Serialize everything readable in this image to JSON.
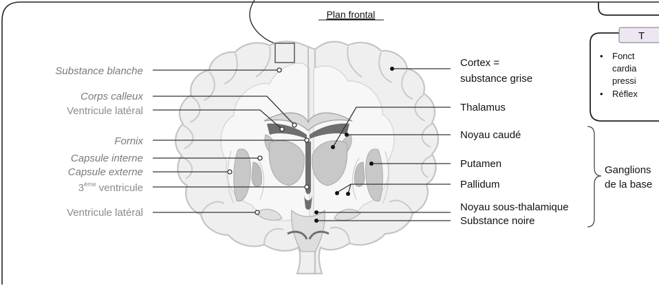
{
  "title": "Plan frontal",
  "left_labels": [
    {
      "text": "Substance blanche",
      "style": "gray-italic"
    },
    {
      "text": "Corps calleux",
      "style": "gray-italic"
    },
    {
      "text": "Ventricule latéral",
      "style": "gray"
    },
    {
      "text": "Fornix",
      "style": "gray-italic"
    },
    {
      "text": "Capsule interne",
      "style": "gray-italic"
    },
    {
      "text": "Capsule externe",
      "style": "gray-italic"
    },
    {
      "text": "3ème ventricule",
      "style": "gray"
    },
    {
      "text": "Ventricule latéral",
      "style": "gray"
    }
  ],
  "third_ventricle": {
    "superscript": "ème",
    "rest": " ventricule",
    "number": "3"
  },
  "right_labels": {
    "cortex_line1": "Cortex =",
    "cortex_line2": "substance grise",
    "thalamus": "Thalamus",
    "noyau_caude": "Noyau caudé",
    "putamen": "Putamen",
    "pallidum": "Pallidum",
    "noyau_sous_thalamique": "Noyau sous-thalamique",
    "substance_noire": "Substance noire"
  },
  "ganglions_line1": "Ganglions",
  "ganglions_line2": "de la base",
  "side_card": {
    "heading": "T",
    "bullets": [
      "Fonct",
      "cardia",
      "pressi",
      "Réflex"
    ]
  },
  "colors": {
    "frame": "#222222",
    "gray_text": "#8a8a8a",
    "brain_fill": "#efefef",
    "brain_stroke": "#c4c4c4",
    "nucleus": "#c8c8c8",
    "ventricle": "#6e6e6e"
  }
}
